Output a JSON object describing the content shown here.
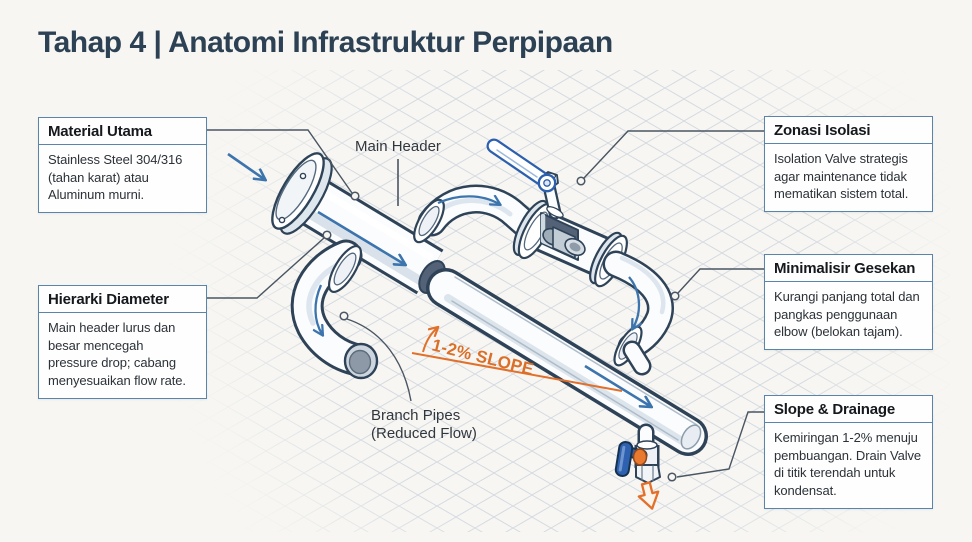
{
  "title": "Tahap 4 | Anatomi Infrastruktur Perpipaan",
  "callouts": [
    {
      "title": "Material Utama",
      "body": "Stainless Steel 304/316\n(tahan karat) atau\nAluminum murni."
    },
    {
      "title": "Hierarki Diameter",
      "body": "Main header lurus dan\nbesar mencegah\npressure drop; cabang\nmenyesuaikan flow rate."
    },
    {
      "title": "Zonasi Isolasi",
      "body": "Isolation Valve strategis\nagar maintenance tidak\nmematikan sistem total."
    },
    {
      "title": "Minimalisir Gesekan",
      "body": "Kurangi panjang total dan\npangkas penggunaan\nelbow (belokan tajam)."
    },
    {
      "title": "Slope & Drainage",
      "body": "Kemiringan 1-2% menuju\npembuangan. Drain Valve\ndi titik terendah untuk\nkondensat."
    }
  ],
  "labels": {
    "main_header": "Main Header",
    "branch_pipes_line1": "Branch Pipes",
    "branch_pipes_line2": "(Reduced Flow)",
    "slope_annotation": "1-2% SLOPE"
  },
  "colors": {
    "paper": "#f7f6f2",
    "title_text": "#2d4154",
    "callout_border": "#5b84aa",
    "pipe_outline": "#2f4358",
    "flow_arrow_blue": "#3c74ad",
    "handle_blue": "#2e62b0",
    "annotation_orange": "#e2702a",
    "interior_dark": "#536276"
  }
}
